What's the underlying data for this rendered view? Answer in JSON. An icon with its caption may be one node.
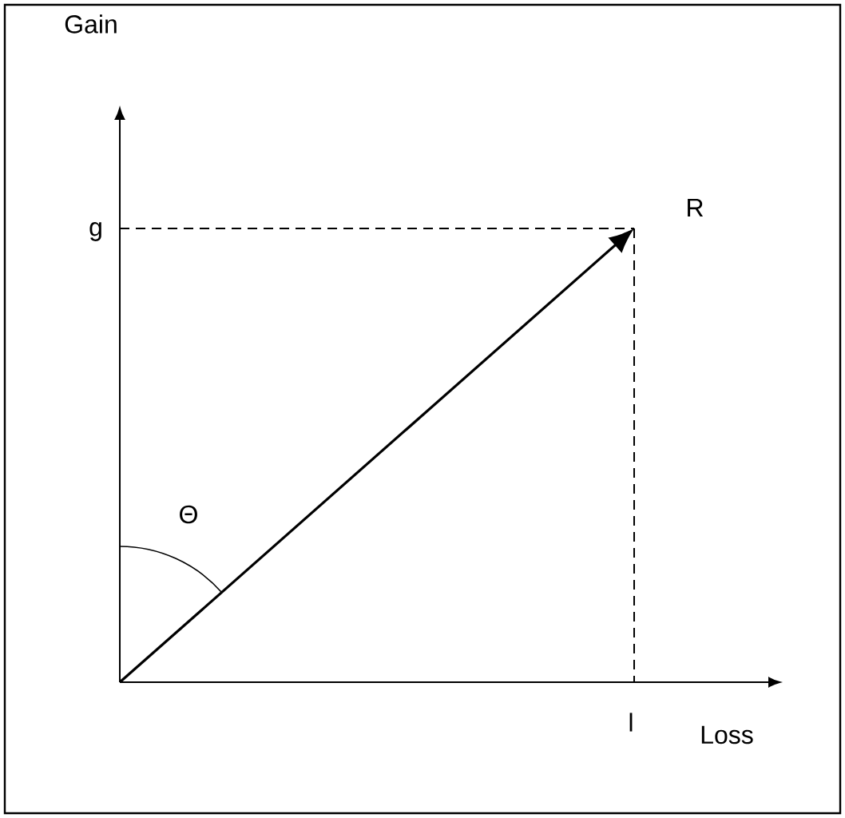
{
  "diagram": {
    "labels": [
      "Gain",
      "g",
      "R",
      "Θ",
      "l",
      "Loss"
    ]
  }
}
